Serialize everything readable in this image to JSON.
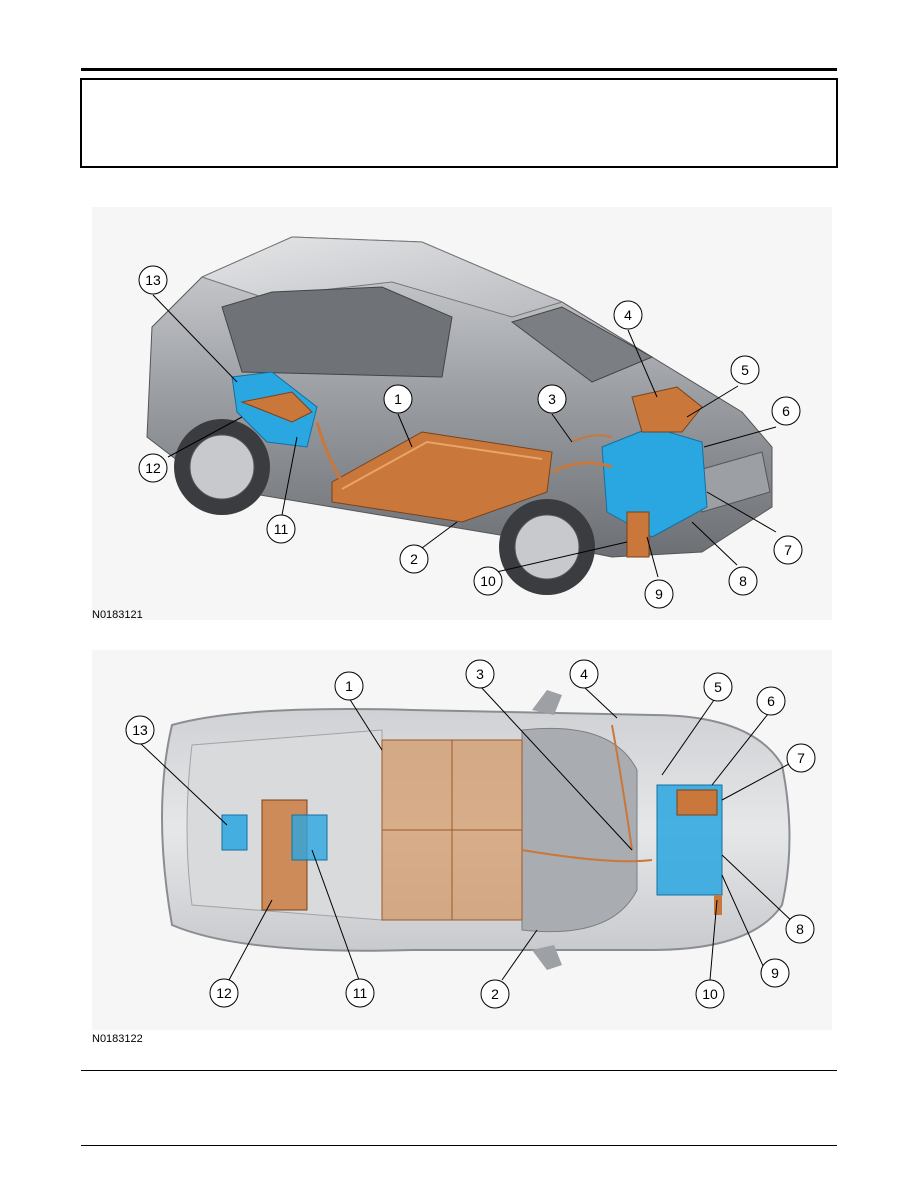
{
  "figures": [
    {
      "code": "N0183121",
      "callouts": [
        "1",
        "2",
        "3",
        "4",
        "5",
        "6",
        "7",
        "8",
        "9",
        "10",
        "11",
        "12",
        "13"
      ]
    },
    {
      "code": "N0183122",
      "callouts": [
        "1",
        "2",
        "3",
        "4",
        "5",
        "6",
        "7",
        "8",
        "9",
        "10",
        "11",
        "12",
        "13"
      ]
    }
  ],
  "colors": {
    "high_voltage_component": "#c9773a",
    "powertrain_component": "#2aa6e0",
    "vehicle_body": "#8e9196"
  }
}
